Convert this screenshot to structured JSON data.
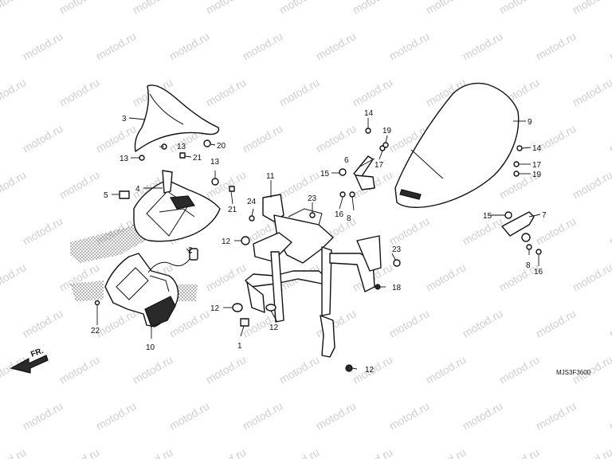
{
  "watermark": {
    "text": "motod.ru",
    "color": "#cfcfcf"
  },
  "diagram_code": "MJS3F3600",
  "direction_label": "FR.",
  "callouts": {
    "c1": "1",
    "c2": "2",
    "c3": "3",
    "c4": "4",
    "c5": "5",
    "c6": "6",
    "c7": "7",
    "c8a": "8",
    "c8b": "8",
    "c9": "9",
    "c10": "10",
    "c11": "11",
    "c12a": "12",
    "c12b": "12",
    "c12c": "12",
    "c12d": "12",
    "c13a": "13",
    "c13b": "13",
    "c13c": "13",
    "c14a": "14",
    "c14b": "14",
    "c15a": "15",
    "c15b": "15",
    "c16a": "16",
    "c16b": "16",
    "c17a": "17",
    "c17b": "17",
    "c18": "18",
    "c19a": "19",
    "c19b": "19",
    "c20": "20",
    "c21a": "21",
    "c21b": "21",
    "c22": "22",
    "c23a": "23",
    "c23b": "23",
    "c24": "24"
  }
}
